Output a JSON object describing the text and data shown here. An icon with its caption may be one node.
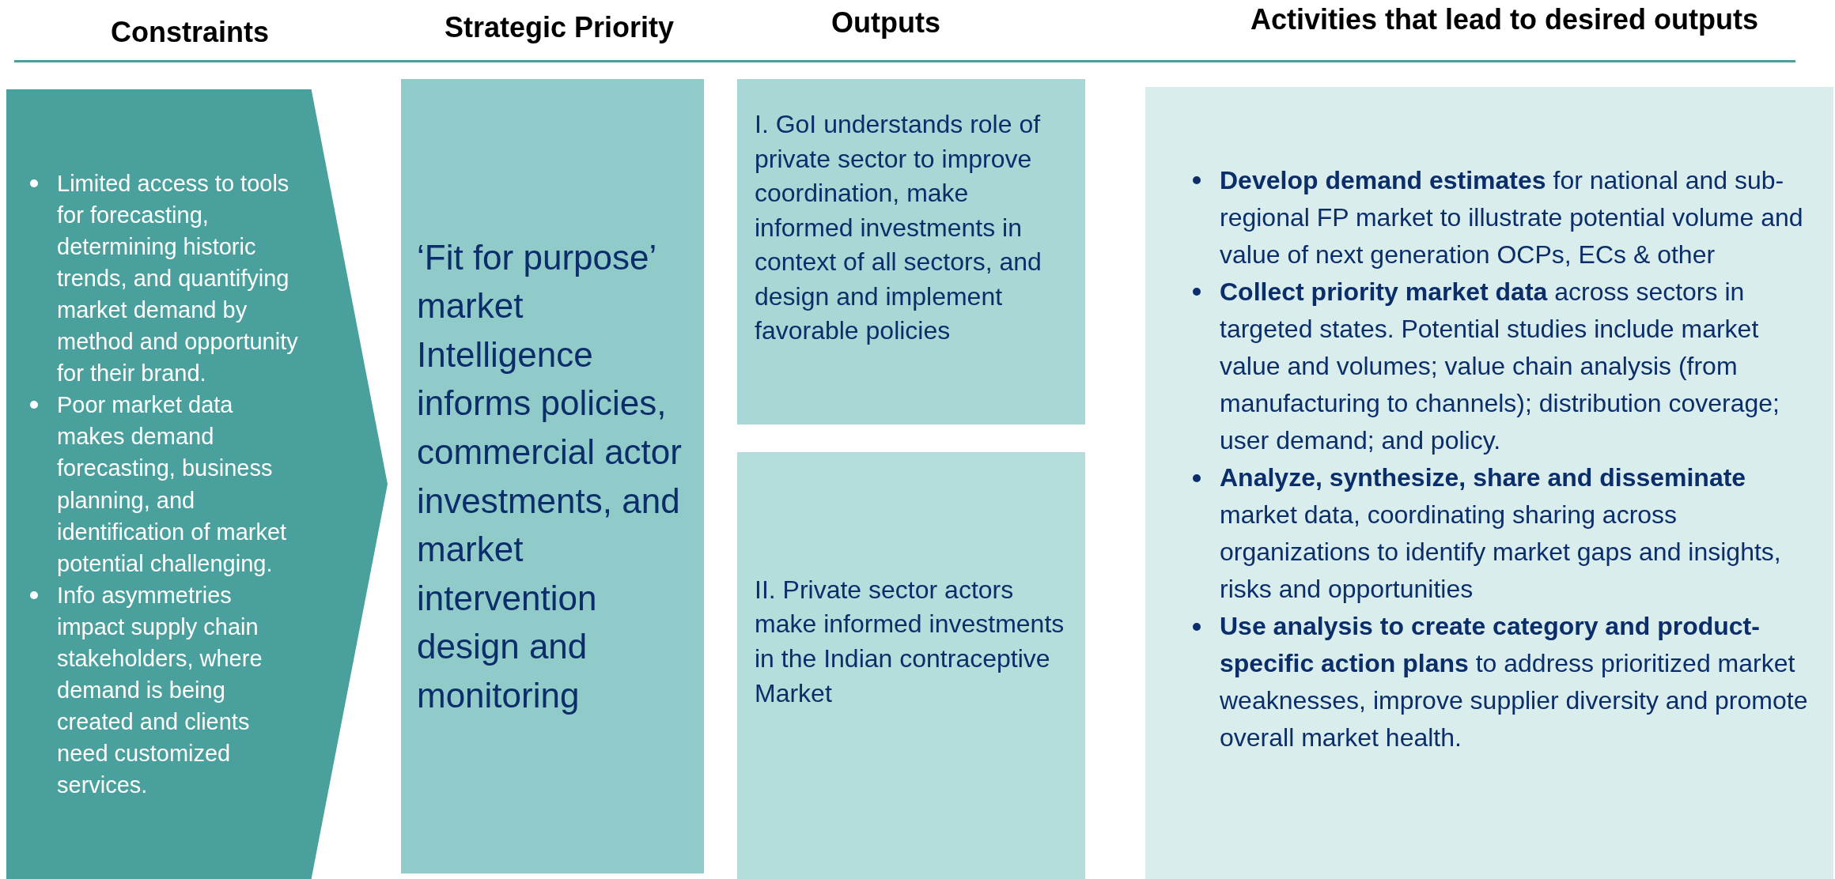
{
  "diagram": {
    "nodes": [
      {
        "text": [
          "Limited access to tools for forecasting, determining historic trends, and quantifying market demand by method and opportunity for their brand.",
          "Poor market data makes demand forecasting, business planning, and identification of market potential challenging.",
          "Info asymmetries impact supply chain stakeholders, where demand is being created and clients need customized services."
        ]
      },
      {
        "text": [
          "‘Fit for purpose’ market Intelligence informs policies, commercial actor investments, and market intervention design and monitoring"
        ]
      },
      {
        "text": [
          "I. GoI understands role of private sector to improve coordination, make informed investments in context of all sectors, and design and implement favorable policies"
        ]
      },
      {
        "text": [
          "II. Private sector actors make informed investments in the Indian contraceptive Market"
        ]
      },
      {
        "text": [
          "**Develop demand estimates** for national and sub-regional FP market to illustrate potential volume and value of next generation OCPs, ECs & other",
          "**Collect priority market data** across sectors in targeted states. Potential studies include market value and volumes; value chain analysis (from manufacturing to channels); distribution coverage; user demand; and policy.",
          "**Analyze, synthesize, share and disseminate** market data, coordinating sharing across organizations to identify market gaps and insights, risks and opportunities",
          "**Use analysis to create category and product-specific action plans** to address prioritized market weaknesses, improve supplier diversity and promote overall market health."
        ]
      }
    ],
    "labels": [
      "Constraints",
      "Strategic Priority",
      "Outputs",
      "Activities that lead to desired outputs"
    ]
  }
}
